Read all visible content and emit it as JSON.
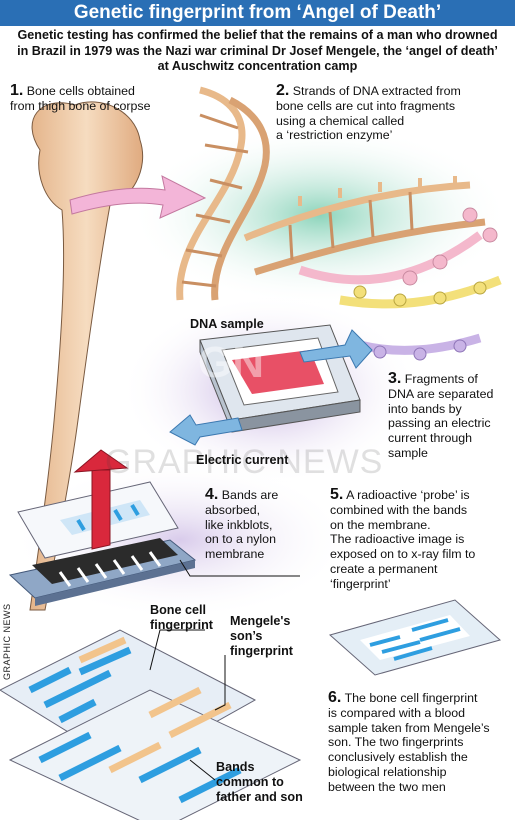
{
  "title": "Genetic fingerprint from ‘Angel of Death’",
  "intro": "Genetic testing has confirmed the belief that the remains of a man who drowned in Brazil in 1979 was the Nazi war criminal Dr Josef Mengele, the ‘angel of death’ at Auschwitz concentration camp",
  "steps": [
    {
      "number": "1.",
      "lines": [
        "Bone cells obtained",
        "from thigh bone of corpse"
      ]
    },
    {
      "number": "2.",
      "lines": [
        "Strands of DNA extracted from",
        "bone cells are cut into fragments",
        "using a chemical called",
        "a ‘restriction  enzyme’"
      ]
    },
    {
      "number": "3.",
      "lines": [
        "Fragments of",
        "DNA are separated",
        "into bands by",
        "passing an electric",
        "current through",
        "sample"
      ]
    },
    {
      "number": "4.",
      "lines": [
        "Bands are",
        "absorbed,",
        "like inkblots,",
        "on to a nylon",
        "membrane"
      ]
    },
    {
      "number": "5.",
      "lines": [
        "A radioactive ‘probe’ is",
        "combined with the bands",
        "on the membrane.",
        "The radioactive image is",
        "exposed on to x-ray film to",
        "create a permanent",
        "‘fingerprint’"
      ]
    },
    {
      "number": "6.",
      "lines": [
        "The bone cell fingerprint",
        "is compared with a blood",
        "sample taken from Mengele’s",
        "son. The two fingerprints",
        "conclusively establish the",
        "biological relationship",
        "between the two men"
      ]
    }
  ],
  "labels": {
    "dna_sample": "DNA sample",
    "electric_current": "Electric current",
    "bone_cell_fingerprint": [
      "Bone cell",
      "fingerprint"
    ],
    "son_fingerprint": [
      "Mengele's",
      "son’s",
      "fingerprint"
    ],
    "bands_common": [
      "Bands",
      "common to",
      "father and son"
    ]
  },
  "credit": "GRAPHIC NEWS",
  "watermark": "GRAPHIC NEWS",
  "watermark_logo": "GN",
  "colors": {
    "title_bar": "#2a6fb5",
    "band_blue": "#2e9ee0",
    "band_tan": "#f2c48c",
    "arrow_red": "#d9283c",
    "dna_tan": "#e8b98a"
  }
}
